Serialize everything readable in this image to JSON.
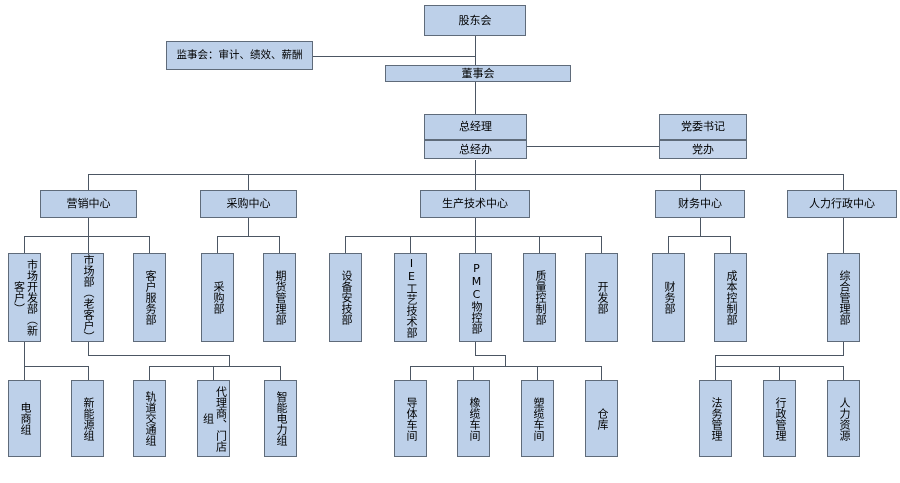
{
  "title": "公司组织架构图",
  "colors": {
    "box_fill": "#bdd0e9",
    "box_fill_sub": "#c5d5ec",
    "box_border": "#5f6b7a",
    "connector": "#4c5663",
    "background": "#ffffff",
    "text": "#000000"
  },
  "levels": {
    "shareholders": {
      "label": "股东会"
    },
    "supervisory": {
      "label": "监事会：审计、绩效、薪酬"
    },
    "board": {
      "label": "董事会"
    },
    "general_manager": {
      "label": "总经理",
      "sub_label": "总经办"
    },
    "party_secretary": {
      "label": "党委书记",
      "sub_label": "党办"
    }
  },
  "centers": [
    {
      "label": "营销中心"
    },
    {
      "label": "采购中心"
    },
    {
      "label": "生产技术中心"
    },
    {
      "label": "财务中心"
    },
    {
      "label": "人力行政中心"
    }
  ],
  "departments": [
    {
      "label": "市场开发部（新客户）",
      "center": "营销中心"
    },
    {
      "label": "市场部（老客户）",
      "center": "营销中心"
    },
    {
      "label": "客户服务部",
      "center": "营销中心"
    },
    {
      "label": "采购部",
      "center": "采购中心"
    },
    {
      "label": "期货管理部",
      "center": "采购中心"
    },
    {
      "label": "设备安技部",
      "center": "生产技术中心"
    },
    {
      "label": "IE工艺技术部",
      "center": "生产技术中心"
    },
    {
      "label": "PMC物控部",
      "center": "生产技术中心"
    },
    {
      "label": "质量控制部",
      "center": "生产技术中心"
    },
    {
      "label": "开发部",
      "center": "生产技术中心"
    },
    {
      "label": "财务部",
      "center": "财务中心"
    },
    {
      "label": "成本控制部",
      "center": "财务中心"
    },
    {
      "label": "综合管理部",
      "center": "人力行政中心"
    }
  ],
  "groups": [
    {
      "label": "电商组",
      "parent": "市场开发部（新客户）"
    },
    {
      "label": "新能源组",
      "parent": "市场开发部（新客户）"
    },
    {
      "label": "轨道交通组",
      "parent": "市场部（老客户）"
    },
    {
      "label": "代理商、门店组",
      "parent": "市场部（老客户）"
    },
    {
      "label": "智能电力组",
      "parent": "市场部（老客户）"
    },
    {
      "label": "导体车间",
      "parent": "PMC物控部"
    },
    {
      "label": "橡缆车间",
      "parent": "PMC物控部"
    },
    {
      "label": "塑缆车间",
      "parent": "PMC物控部"
    },
    {
      "label": "仓库",
      "parent": "PMC物控部"
    },
    {
      "label": "法务管理",
      "parent": "综合管理部"
    },
    {
      "label": "行政管理",
      "parent": "综合管理部"
    },
    {
      "label": "人力资源",
      "parent": "综合管理部"
    }
  ]
}
